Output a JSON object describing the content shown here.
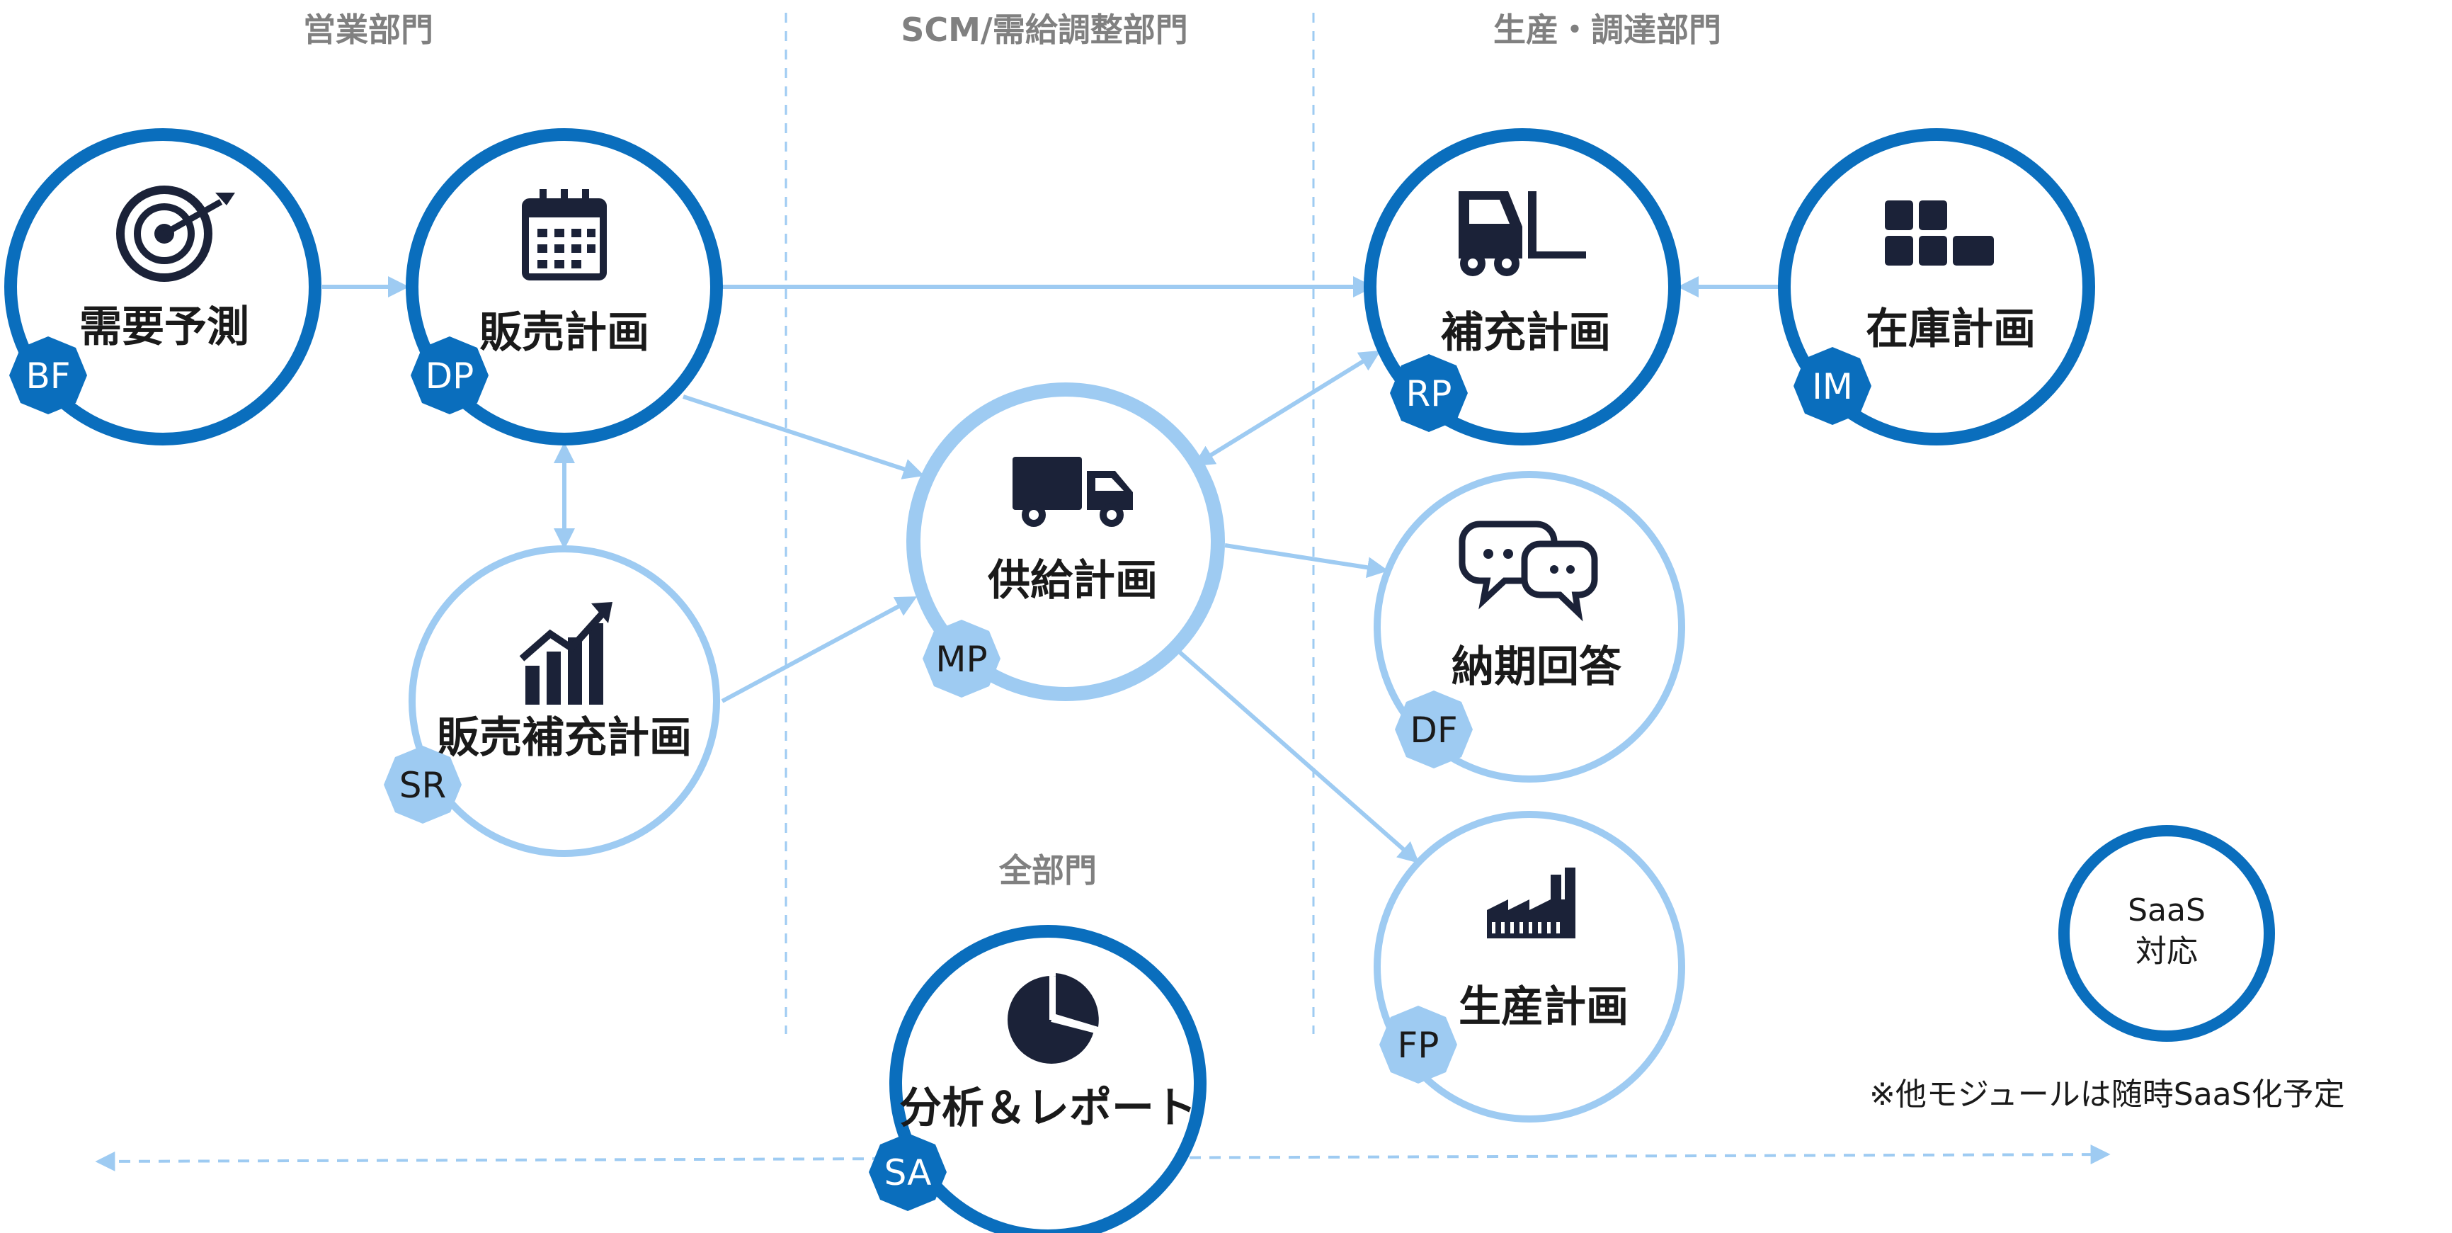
{
  "departments": {
    "sales": "営業部門",
    "scm": "SCM/需給調整部門",
    "production": "生産・調達部門",
    "all": "全部門"
  },
  "modules": {
    "bf": {
      "label": "需要予測",
      "badge": "BF",
      "icon": "target-icon"
    },
    "dp": {
      "label": "販売計画",
      "badge": "DP",
      "icon": "calendar-icon"
    },
    "sr": {
      "label": "販売補充計画",
      "badge": "SR",
      "icon": "growth-chart-icon"
    },
    "mp": {
      "label": "供給計画",
      "badge": "MP",
      "icon": "truck-icon"
    },
    "rp": {
      "label": "補充計画",
      "badge": "RP",
      "icon": "forklift-icon"
    },
    "im": {
      "label": "在庫計画",
      "badge": "IM",
      "icon": "boxes-icon"
    },
    "df": {
      "label": "納期回答",
      "badge": "DF",
      "icon": "chat-bubbles-icon"
    },
    "fp": {
      "label": "生産計画",
      "badge": "FP",
      "icon": "factory-icon"
    },
    "sa": {
      "label": "分析＆レポート",
      "badge": "SA",
      "icon": "pie-chart-icon"
    }
  },
  "legend": {
    "line1": "SaaS",
    "line2": "対応"
  },
  "note": "※他モジュールは随時SaaS化予定",
  "colors": {
    "saas": "#0a6ebd",
    "non_saas": "#9ecbf2",
    "badge_text_dark": "#ffffff",
    "badge_text_light": "#1a1a1a",
    "dept_text": "#808080",
    "icon": "#1b2238"
  }
}
